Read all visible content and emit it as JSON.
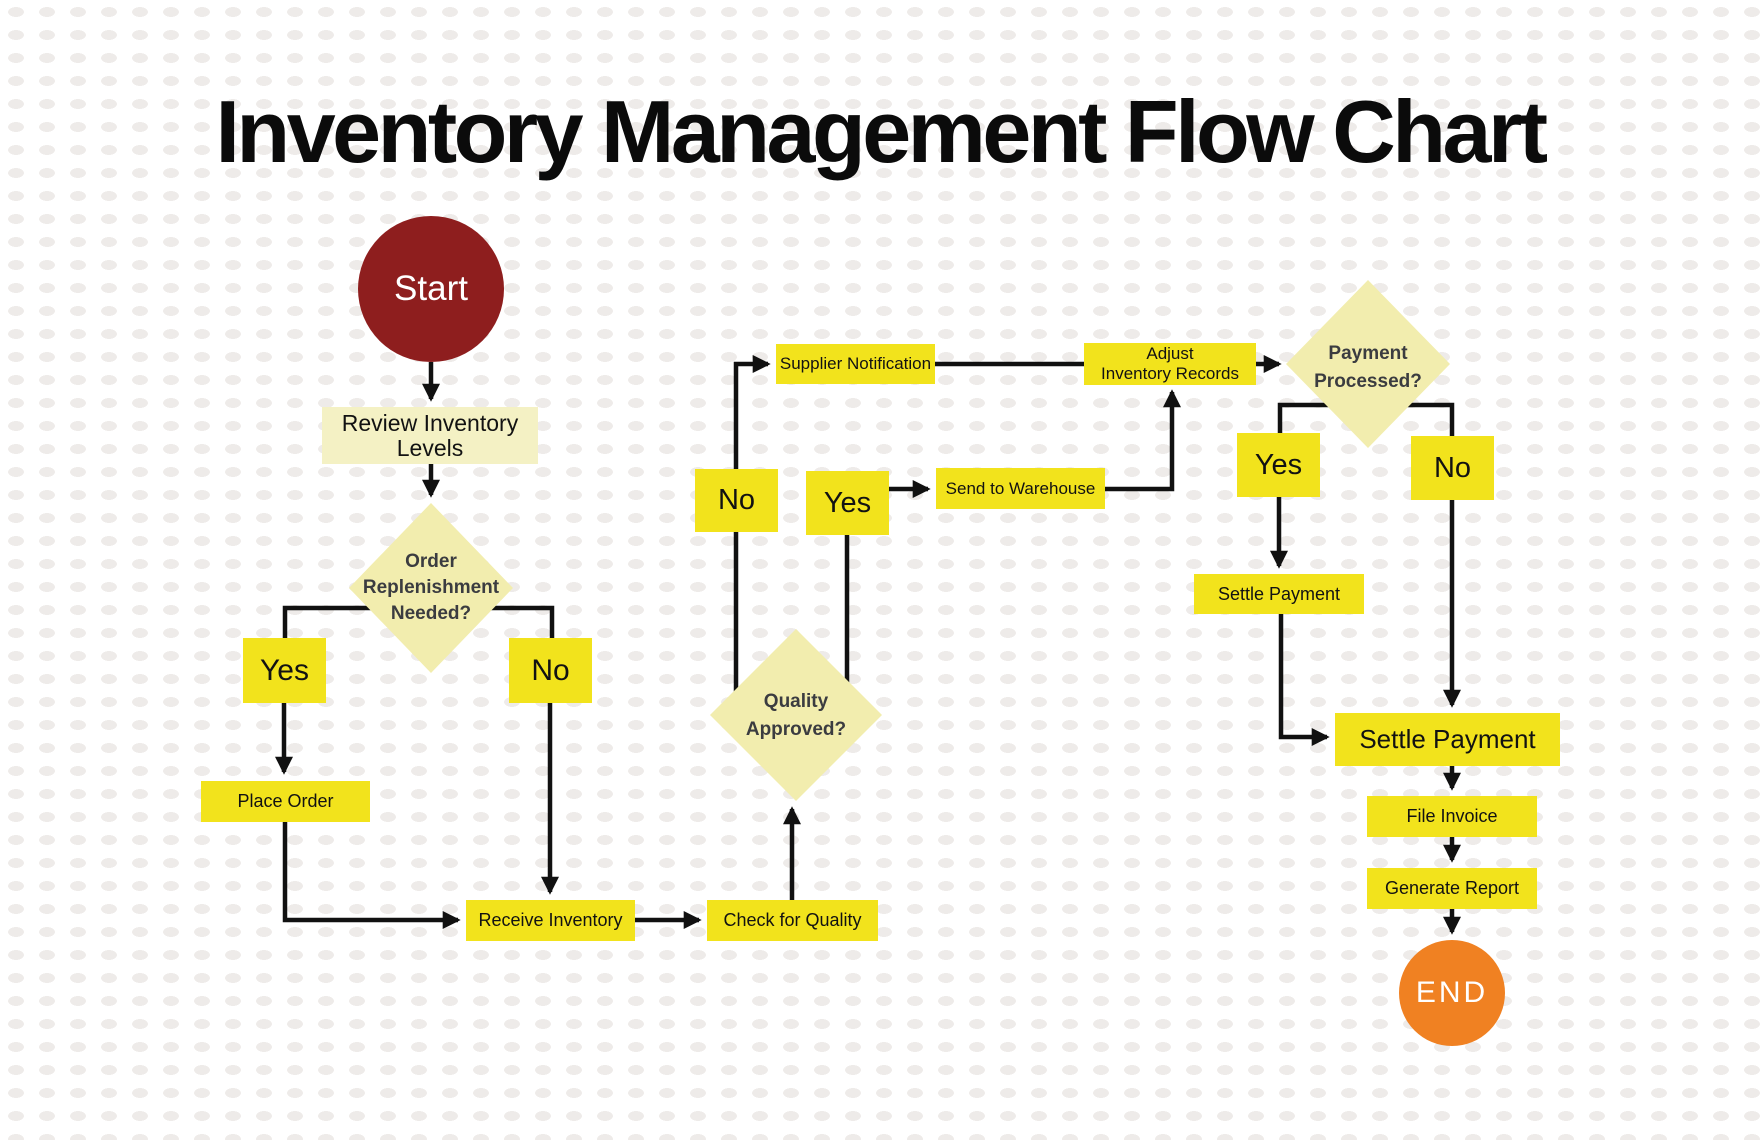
{
  "title": "Inventory Management Flow Chart",
  "colors": {
    "background": "#ffffff",
    "dot_grid": "#eeebe9",
    "title_text": "#0b0b0b",
    "start_fill": "#8e1e1e",
    "end_fill": "#f08122",
    "process_fill": "#f2e31c",
    "review_fill": "#f4f1c4",
    "diamond_fill": "#f2edae",
    "connector": "#111111",
    "node_text": "#121212",
    "diamond_text": "#3b3c40",
    "terminal_text": "#ffffff"
  },
  "nodes": {
    "start": {
      "label": "Start",
      "type": "terminal-start"
    },
    "review_inventory": {
      "label": "Review Inventory\nLevels",
      "type": "process-subtle"
    },
    "order_replenishment": {
      "label": "Order\nReplenishment\nNeeded?",
      "type": "decision"
    },
    "yes_replenishment": {
      "label": "Yes",
      "type": "branch"
    },
    "no_replenishment": {
      "label": "No",
      "type": "branch"
    },
    "place_order": {
      "label": "Place Order",
      "type": "process"
    },
    "receive_inventory": {
      "label": "Receive Inventory",
      "type": "process"
    },
    "check_quality": {
      "label": "Check for Quality",
      "type": "process"
    },
    "quality_approved": {
      "label": "Quality\nApproved?",
      "type": "decision"
    },
    "no_quality": {
      "label": "No",
      "type": "branch"
    },
    "yes_quality": {
      "label": "Yes",
      "type": "branch"
    },
    "supplier_notification": {
      "label": "Supplier Notification",
      "type": "process"
    },
    "send_to_warehouse": {
      "label": "Send to Warehouse",
      "type": "process"
    },
    "adjust_inventory_records": {
      "label": "Adjust\nInventory Records",
      "type": "process"
    },
    "payment_processed": {
      "label": "Payment\nProcessed?",
      "type": "decision"
    },
    "yes_payment": {
      "label": "Yes",
      "type": "branch"
    },
    "no_payment": {
      "label": "No",
      "type": "branch"
    },
    "settle_payment_yes": {
      "label": "Settle Payment",
      "type": "process"
    },
    "settle_payment_main": {
      "label": "Settle Payment",
      "type": "process-large"
    },
    "file_invoice": {
      "label": "File Invoice",
      "type": "process"
    },
    "generate_report": {
      "label": "Generate Report",
      "type": "process"
    },
    "end": {
      "label": "END",
      "type": "terminal-end"
    }
  },
  "edges": [
    {
      "from": "start",
      "to": "review_inventory"
    },
    {
      "from": "review_inventory",
      "to": "order_replenishment"
    },
    {
      "from": "order_replenishment",
      "to": "yes_replenishment"
    },
    {
      "from": "order_replenishment",
      "to": "no_replenishment"
    },
    {
      "from": "yes_replenishment",
      "to": "place_order"
    },
    {
      "from": "place_order",
      "to": "receive_inventory"
    },
    {
      "from": "no_replenishment",
      "to": "receive_inventory"
    },
    {
      "from": "receive_inventory",
      "to": "check_quality"
    },
    {
      "from": "check_quality",
      "to": "quality_approved"
    },
    {
      "from": "quality_approved",
      "to": "no_quality"
    },
    {
      "from": "quality_approved",
      "to": "yes_quality"
    },
    {
      "from": "no_quality",
      "to": "supplier_notification"
    },
    {
      "from": "supplier_notification",
      "to": "adjust_inventory_records"
    },
    {
      "from": "yes_quality",
      "to": "send_to_warehouse"
    },
    {
      "from": "send_to_warehouse",
      "to": "adjust_inventory_records"
    },
    {
      "from": "adjust_inventory_records",
      "to": "payment_processed"
    },
    {
      "from": "payment_processed",
      "to": "yes_payment"
    },
    {
      "from": "payment_processed",
      "to": "no_payment"
    },
    {
      "from": "yes_payment",
      "to": "settle_payment_yes"
    },
    {
      "from": "settle_payment_yes",
      "to": "settle_payment_main"
    },
    {
      "from": "no_payment",
      "to": "settle_payment_main"
    },
    {
      "from": "settle_payment_main",
      "to": "file_invoice"
    },
    {
      "from": "file_invoice",
      "to": "generate_report"
    },
    {
      "from": "generate_report",
      "to": "end"
    }
  ]
}
